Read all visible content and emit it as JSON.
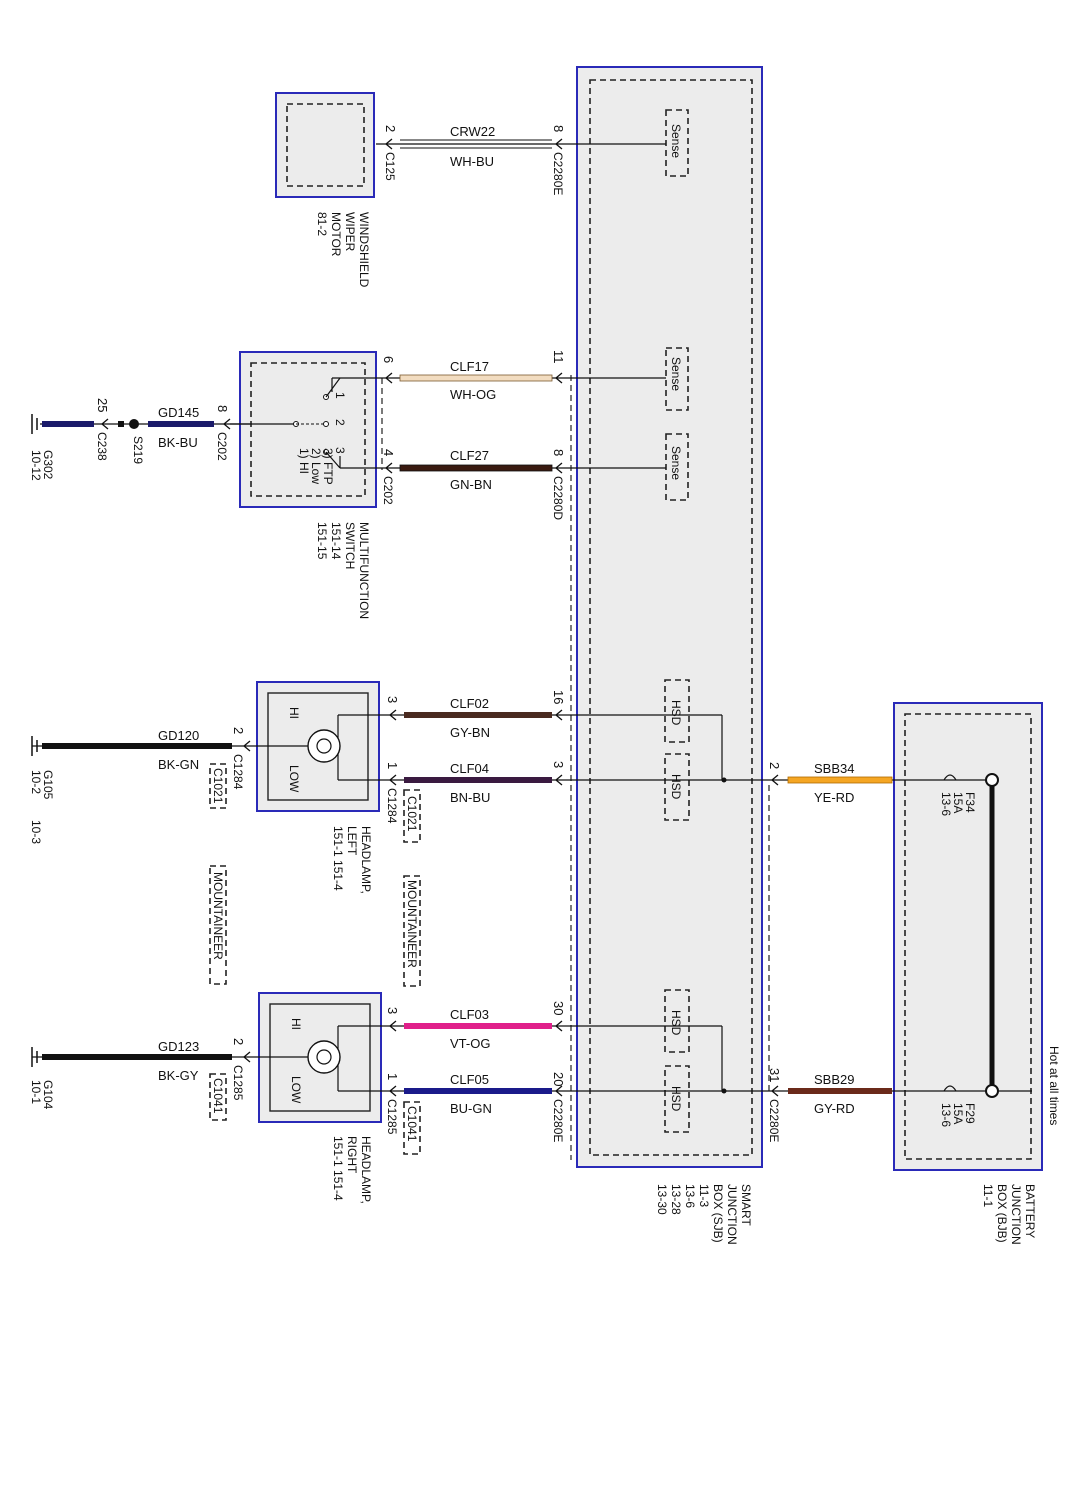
{
  "note": "Hot at all times",
  "components": {
    "wiper_motor": {
      "name": [
        "WINDSHIELD",
        "WIPER",
        "MOTOR",
        "81-2"
      ]
    },
    "multifunction_switch": {
      "name": [
        "MULTIFUNCTION",
        "SWITCH",
        "151-14",
        "151-15"
      ],
      "positions": [
        "1) HI",
        "2) Low",
        "3) FTP"
      ],
      "pins": [
        "1",
        "2",
        "3"
      ]
    },
    "headlamp_left": {
      "name": [
        "HEADLAMP,",
        "LEFT",
        "151-1  151-4"
      ],
      "hi": "HI",
      "low": "LOW"
    },
    "headlamp_right": {
      "name": [
        "HEADLAMP,",
        "RIGHT",
        "151-1    151-4"
      ],
      "hi": "HI",
      "low": "LOW"
    },
    "sjb": {
      "name": [
        "SMART",
        "JUNCTION",
        "BOX (SJB)",
        "11-3",
        "13-6",
        "13-28",
        "13-30"
      ],
      "sense": "Sense",
      "hsd": "HSD"
    },
    "bjb": {
      "name": [
        "BATTERY",
        "JUNCTION",
        "BOX (BJB)",
        "11-1"
      ],
      "fuse_f34": [
        "F34",
        "15A",
        "13-6"
      ],
      "fuse_f29": [
        "F29",
        "15A",
        "13-6"
      ]
    }
  },
  "option_labels": {
    "mountaineer": "MOUNTAINEER",
    "c1021": "C1021",
    "c1041": "C1041"
  },
  "grounds": {
    "g302": [
      "G302",
      "10-12"
    ],
    "g105": [
      "G105",
      "10-2",
      "10-3"
    ],
    "g104": [
      "G104",
      "10-1"
    ],
    "s219": "S219"
  },
  "wires": [
    {
      "circuit": "CRW22",
      "color": "WH-BU",
      "pin_left": "2",
      "conn_left": "C125",
      "pin_right": "8",
      "conn_right": "C2280E"
    },
    {
      "circuit": "CLF17",
      "color": "WH-OG",
      "pin_left": "6",
      "pin_right": "11"
    },
    {
      "circuit": "CLF27",
      "color": "GN-BN",
      "pin_left": "4",
      "conn_left": "C202",
      "pin_right": "8",
      "conn_right": "C2280D"
    },
    {
      "circuit": "GD145",
      "color": "BK-BU",
      "pin_left": "25",
      "conn_left": "C238",
      "pin_right": "8",
      "conn_right": "C202"
    },
    {
      "circuit": "CLF02",
      "color": "GY-BN",
      "pin_left": "3",
      "pin_right": "16"
    },
    {
      "circuit": "CLF04",
      "color": "BN-BU",
      "pin_left": "1",
      "conn_left": "C1284",
      "pin_right": "3"
    },
    {
      "circuit": "GD120",
      "color": "BK-GN",
      "pin_right": "2",
      "conn_right": "C1284"
    },
    {
      "circuit": "SBB34",
      "color": "YE-RD",
      "pin_left": "2"
    },
    {
      "circuit": "CLF03",
      "color": "VT-OG",
      "pin_left": "3",
      "pin_right": "30"
    },
    {
      "circuit": "CLF05",
      "color": "BU-GN",
      "pin_left": "1",
      "conn_left": "C1285",
      "pin_right": "20",
      "conn_right": "C2280E"
    },
    {
      "circuit": "GD123",
      "color": "BK-GY",
      "pin_right": "2",
      "conn_right": "C1285"
    },
    {
      "circuit": "SBB29",
      "color": "GY-RD",
      "pin_left": "31",
      "conn_left": "C2280E"
    }
  ],
  "colors": {
    "box_border": "#2a2ab8",
    "box_fill": "#ececec",
    "purple": "#e0208a",
    "blue": "#1a1a8a",
    "orange": "#f5a623",
    "brown": "#6b2a1a",
    "black": "#111111"
  }
}
